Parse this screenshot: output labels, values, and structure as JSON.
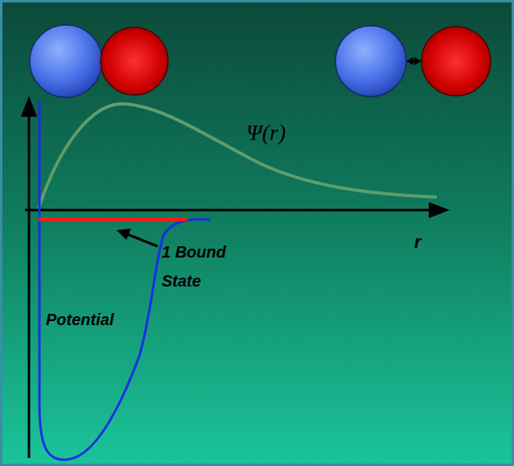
{
  "diagram": {
    "labels": [
      "Ψ(r)",
      "r",
      "1 Bound State",
      "Potential"
    ]
  }
}
